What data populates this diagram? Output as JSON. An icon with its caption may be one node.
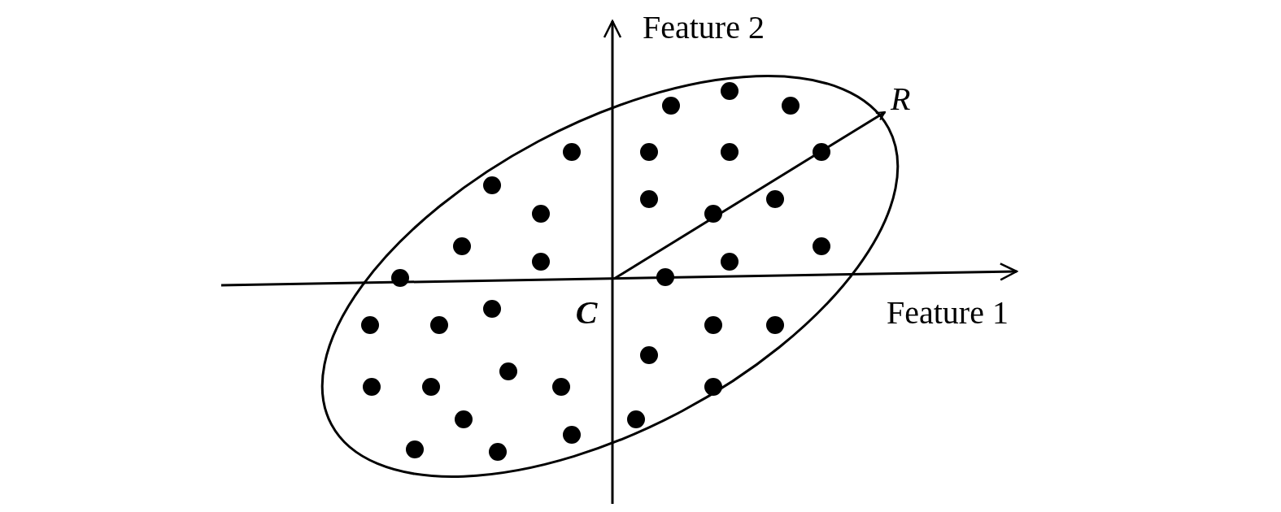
{
  "diagram": {
    "nodes": [
      {
        "text": [],
        "shape": "ellipse"
      },
      {
        "text": [
          "C"
        ],
        "in": 0
      }
    ],
    "edges": [
      {
        "from": 1,
        "to": 0,
        "arrow": "to",
        "label": "R"
      }
    ],
    "labels": [
      "Feature 2",
      "Feature 1"
    ]
  }
}
